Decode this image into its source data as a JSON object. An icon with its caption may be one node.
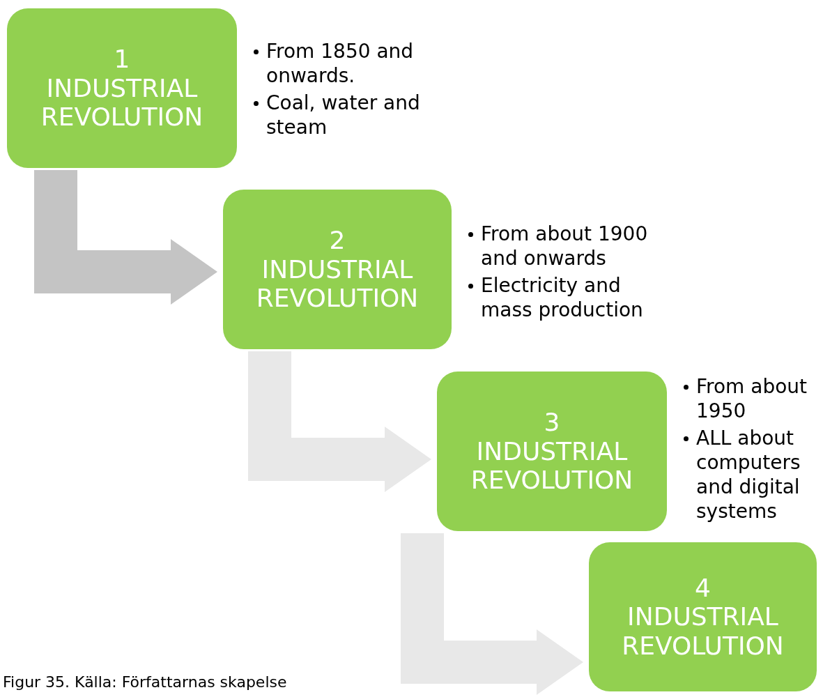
{
  "diagram": {
    "caption": "Figur 35. Källa: Författarnas skapelse",
    "nodes": [
      {
        "text": [
          "1",
          "INDUSTRIAL REVOLUTION"
        ],
        "beside": [
          "From 1850 and onwards.",
          "Coal, water and steam"
        ]
      },
      {
        "text": [
          "2",
          "INDUSTRIAL REVOLUTION"
        ],
        "beside": [
          "From about 1900 and onwards",
          "Electricity and mass production"
        ]
      },
      {
        "text": [
          "3",
          "INDUSTRIAL REVOLUTION"
        ],
        "beside": [
          "From about 1950",
          "ALL about computers and digital systems"
        ]
      },
      {
        "text": [
          "4",
          "INDUSTRIAL REVOLUTION"
        ]
      }
    ],
    "edges": [
      {
        "from": 0,
        "to": 1,
        "arrow": "to",
        "style": "thick",
        "color": "#c4c4c4"
      },
      {
        "from": 1,
        "to": 2,
        "arrow": "to",
        "style": "thick",
        "color": "#e8e8e8"
      },
      {
        "from": 2,
        "to": 3,
        "arrow": "to",
        "style": "thick",
        "color": "#e8e8e8"
      }
    ]
  }
}
